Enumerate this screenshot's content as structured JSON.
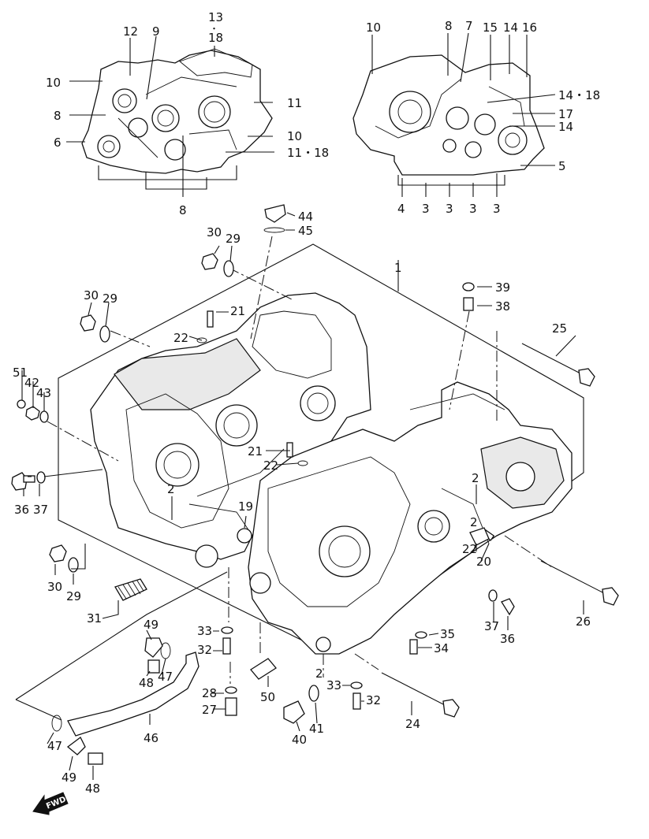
{
  "fwd_label": "FWD",
  "labels": {
    "l1": "1",
    "l2a": "2",
    "l2b": "2",
    "l2c": "2",
    "l2d": "2",
    "l3a": "3",
    "l3b": "3",
    "l3c": "3",
    "l3d": "3",
    "l4": "4",
    "l5": "5",
    "l6": "6",
    "l7": "7",
    "l8a": "8",
    "l8b": "8",
    "l8c": "8",
    "l9": "9",
    "l10a": "10",
    "l10b": "10",
    "l10c": "10",
    "l11": "11",
    "l11_18": "11・18",
    "l12": "12",
    "l13": "13",
    "l13dot": "・",
    "l13_18": "18",
    "l14a": "14",
    "l14b": "14",
    "l14_18": "14・18",
    "l15": "15",
    "l16": "16",
    "l17": "17",
    "l19": "19",
    "l20": "20",
    "l21a": "21",
    "l21b": "21",
    "l22a": "22",
    "l22b": "22",
    "l22c": "22",
    "l24": "24",
    "l25": "25",
    "l26": "26",
    "l27": "27",
    "l28": "28",
    "l29a": "29",
    "l29b": "29",
    "l29c": "29",
    "l30a": "30",
    "l30b": "30",
    "l30c": "30",
    "l31": "31",
    "l32a": "32",
    "l32b": "32",
    "l33a": "33",
    "l33b": "33",
    "l34": "34",
    "l35": "35",
    "l36a": "36",
    "l36b": "36",
    "l37a": "37",
    "l37b": "37",
    "l38": "38",
    "l39": "39",
    "l40": "40",
    "l41": "41",
    "l42": "42",
    "l43": "43",
    "l44": "44",
    "l45": "45",
    "l46": "46",
    "l47a": "47",
    "l47b": "47",
    "l48a": "48",
    "l48b": "48",
    "l49a": "49",
    "l49b": "49",
    "l50": "50",
    "l51": "51"
  }
}
